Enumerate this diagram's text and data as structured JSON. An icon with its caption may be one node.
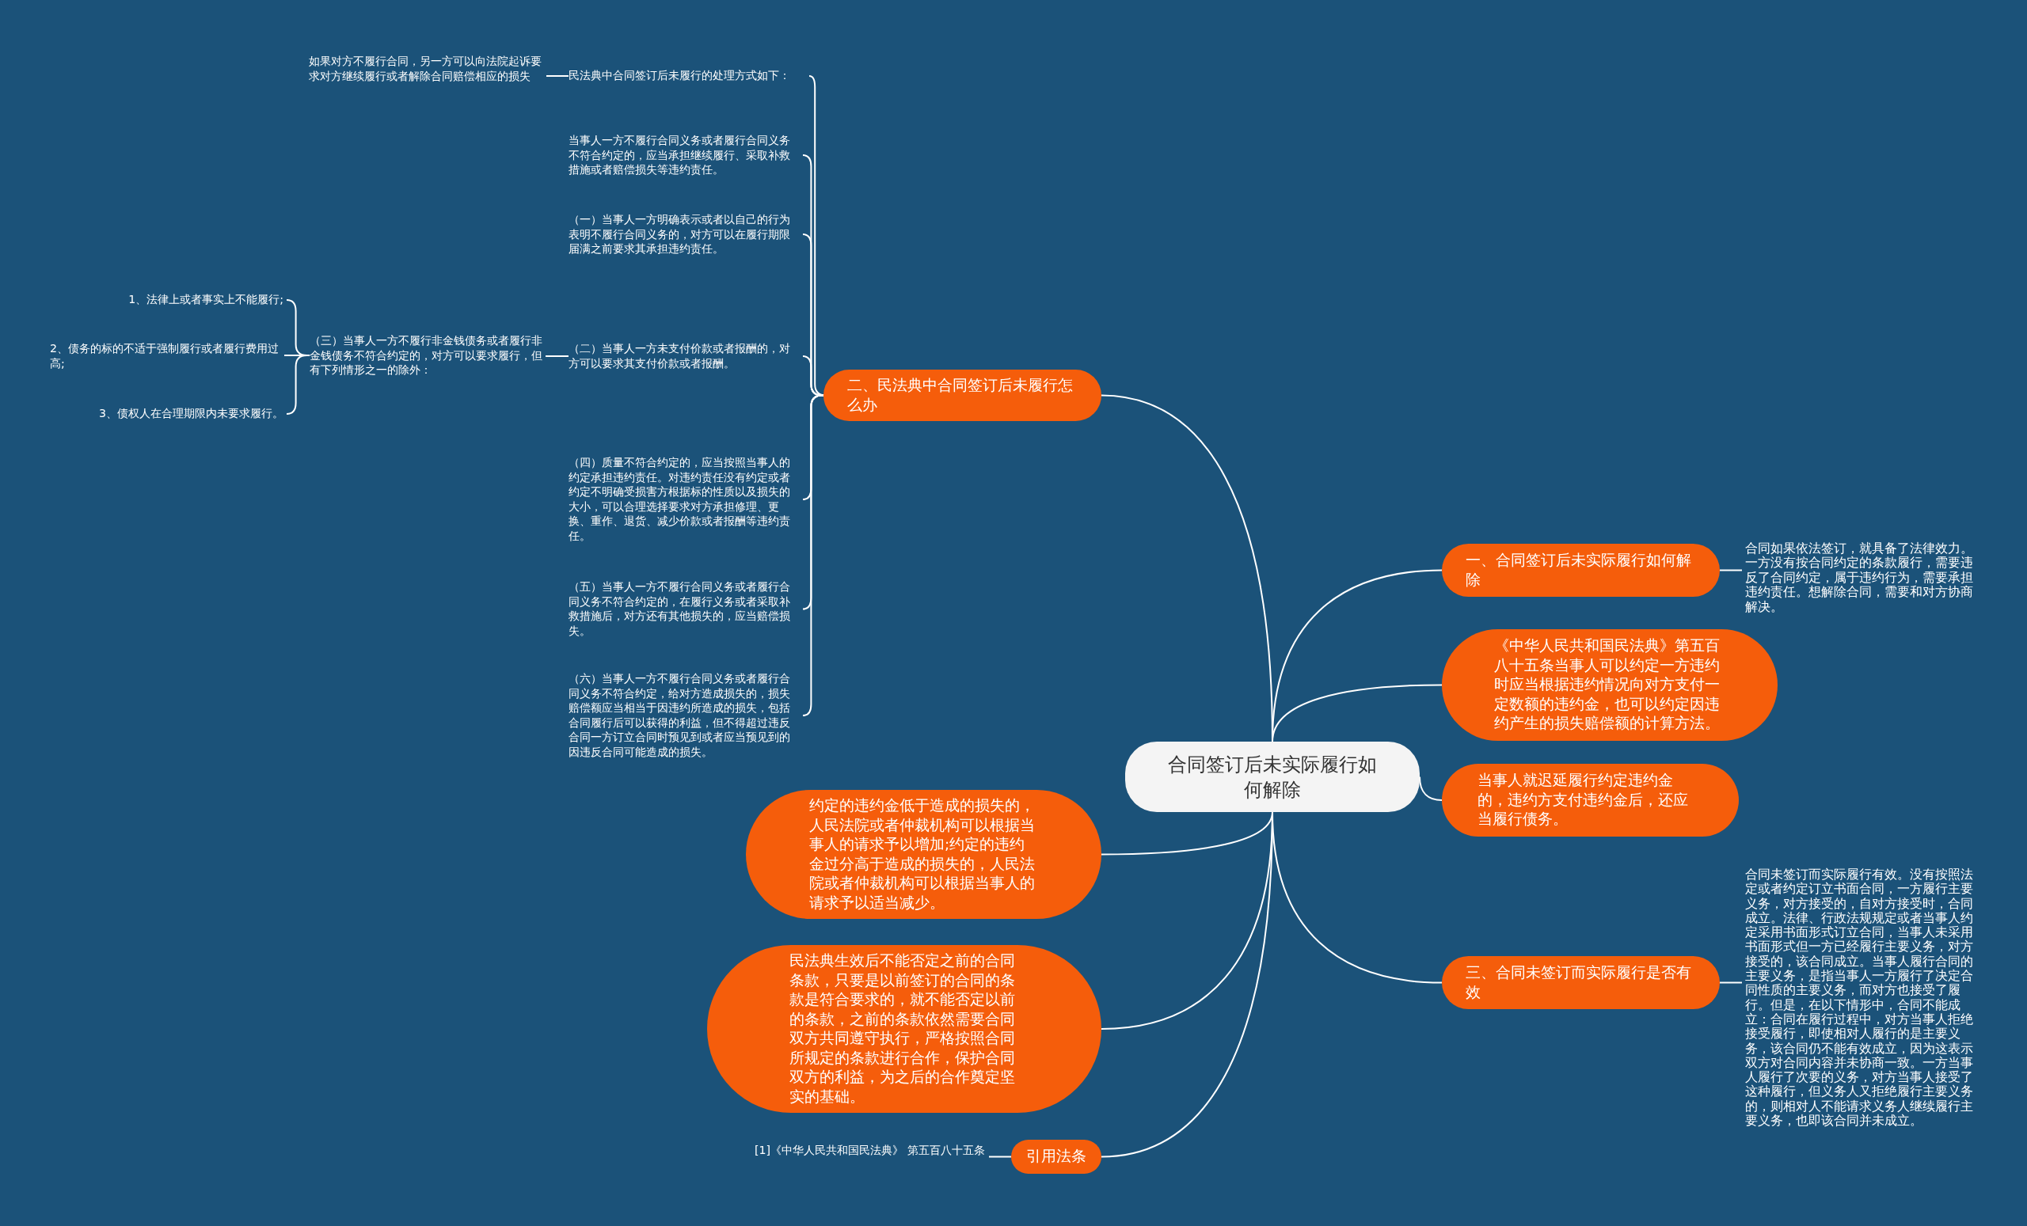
{
  "diagram": {
    "nodes": [
      {
        "text": [
          "合同签订后未实际履行如何解除"
        ]
      },
      {
        "text": [
          "二、民法典中合同签订后未履行怎么办"
        ]
      },
      {
        "text": [
          "民法典中合同签订后未履行的处理方式如下："
        ]
      },
      {
        "text": [
          "如果对方不履行合同，另一方可以向法院起诉要求对方继续履行或者解除合同赔偿相应的损失"
        ]
      },
      {
        "text": [
          "当事人一方不履行合同义务或者履行合同义务不符合约定的，应当承担继续履行、采取补救措施或者赔偿损失等违约责任。"
        ]
      },
      {
        "text": [
          "（一）当事人一方明确表示或者以自己的行为表明不履行合同义务的，对方可以在履行期限届满之前要求其承担违约责任。"
        ]
      },
      {
        "text": [
          "（二）当事人一方未支付价款或者报酬的，对方可以要求其支付价款或者报酬。"
        ]
      },
      {
        "text": [
          "（三）当事人一方不履行非金钱债务或者履行非金钱债务不符合约定的，对方可以要求履行，但有下列情形之一的除外："
        ]
      },
      {
        "text": [
          "1、法律上或者事实上不能履行;"
        ]
      },
      {
        "text": [
          "2、债务的标的不适于强制履行或者履行费用过高;"
        ]
      },
      {
        "text": [
          "3、债权人在合理期限内未要求履行。"
        ]
      },
      {
        "text": [
          "（四）质量不符合约定的，应当按照当事人的约定承担违约责任。对违约责任没有约定或者约定不明确受损害方根据标的性质以及损失的大小，可以合理选择要求对方承担修理、更换、重作、退货、减少价款或者报酬等违约责任。"
        ]
      },
      {
        "text": [
          "（五）当事人一方不履行合同义务或者履行合同义务不符合约定的，在履行义务或者采取补救措施后，对方还有其他损失的，应当赔偿损失。"
        ]
      },
      {
        "text": [
          "（六）当事人一方不履行合同义务或者履行合同义务不符合约定，给对方造成损失的，损失赔偿额应当相当于因违约所造成的损失，包括合同履行后可以获得的利益，但不得超过违反合同一方订立合同时预见到或者应当预见到的因违反合同可能造成的损失。"
        ]
      },
      {
        "text": [
          "约定的违约金低于造成的损失的，人民法院或者仲裁机构可以根据当事人的请求予以增加;约定的违约金过分高于造成的损失的，人民法院或者仲裁机构可以根据当事人的请求予以适当减少。"
        ]
      },
      {
        "text": [
          "民法典生效后不能否定之前的合同条款，只要是以前签订的合同的条款是符合要求的，就不能否定以前的条款，之前的条款依然需要合同双方共同遵守执行，严格按照合同所规定的条款进行合作，保护合同双方的利益，为之后的合作奠定坚实的基础。"
        ]
      },
      {
        "text": [
          "引用法条"
        ]
      },
      {
        "text": [
          "[1]《中华人民共和国民法典》 第五百八十五条"
        ]
      },
      {
        "text": [
          "一、合同签订后未实际履行如何解除"
        ]
      },
      {
        "text": [
          "合同如果依法签订，就具备了法律效力。一方没有按合同约定的条款履行，需要违反了合同约定，属于违约行为，需要承担违约责任。想解除合同，需要和对方协商解决。"
        ]
      },
      {
        "text": [
          "《中华人民共和国民法典》第五百八十五条当事人可以约定一方违约时应当根据违约情况向对方支付一定数额的违约金，也可以约定因违约产生的损失赔偿额的计算方法。"
        ]
      },
      {
        "text": [
          "当事人就迟延履行约定违约金的，违约方支付违约金后，还应当履行债务。"
        ]
      },
      {
        "text": [
          "三、合同未签订而实际履行是否有效"
        ]
      },
      {
        "text": [
          "合同未签订而实际履行有效。没有按照法定或者约定订立书面合同，一方履行主要义务，对方接受的，自对方接受时，合同成立。法律、行政法规规定或者当事人约定采用书面形式订立合同，当事人未采用书面形式但一方已经履行主要义务，对方接受的，该合同成立。当事人履行合同的主要义务，是指当事人一方履行了决定合同性质的主要义务，而对方也接受了履行。但是，在以下情形中，合同不能成立：合同在履行过程中，对方当事人拒绝接受履行，即使相对人履行的是主要义务，该合同仍不能有效成立，因为这表示双方对合同内容并未协商一致。一方当事人履行了次要的义务，对方当事人接受了这种履行，但义务人又拒绝履行主要义务的，则相对人不能请求义务人继续履行主要义务，也即该合同并未成立。"
        ]
      }
    ],
    "edges": [
      {
        "from": 0,
        "to": 1,
        "arrow": "none"
      },
      {
        "from": 0,
        "to": 14,
        "arrow": "none"
      },
      {
        "from": 0,
        "to": 15,
        "arrow": "none"
      },
      {
        "from": 0,
        "to": 16,
        "arrow": "none"
      },
      {
        "from": 0,
        "to": 18,
        "arrow": "none"
      },
      {
        "from": 0,
        "to": 20,
        "arrow": "none"
      },
      {
        "from": 0,
        "to": 21,
        "arrow": "none"
      },
      {
        "from": 0,
        "to": 22,
        "arrow": "none"
      },
      {
        "from": 1,
        "to": 2,
        "arrow": "none"
      },
      {
        "from": 1,
        "to": 4,
        "arrow": "none"
      },
      {
        "from": 1,
        "to": 5,
        "arrow": "none"
      },
      {
        "from": 1,
        "to": 6,
        "arrow": "none"
      },
      {
        "from": 1,
        "to": 11,
        "arrow": "none"
      },
      {
        "from": 1,
        "to": 12,
        "arrow": "none"
      },
      {
        "from": 1,
        "to": 13,
        "arrow": "none"
      },
      {
        "from": 2,
        "to": 3,
        "arrow": "none"
      },
      {
        "from": 6,
        "to": 7,
        "arrow": "none"
      },
      {
        "from": 7,
        "to": 8,
        "arrow": "none"
      },
      {
        "from": 7,
        "to": 9,
        "arrow": "none"
      },
      {
        "from": 7,
        "to": 10,
        "arrow": "none"
      },
      {
        "from": 16,
        "to": 17,
        "arrow": "none"
      },
      {
        "from": 18,
        "to": 19,
        "arrow": "none"
      },
      {
        "from": 22,
        "to": 23,
        "arrow": "none"
      }
    ]
  }
}
